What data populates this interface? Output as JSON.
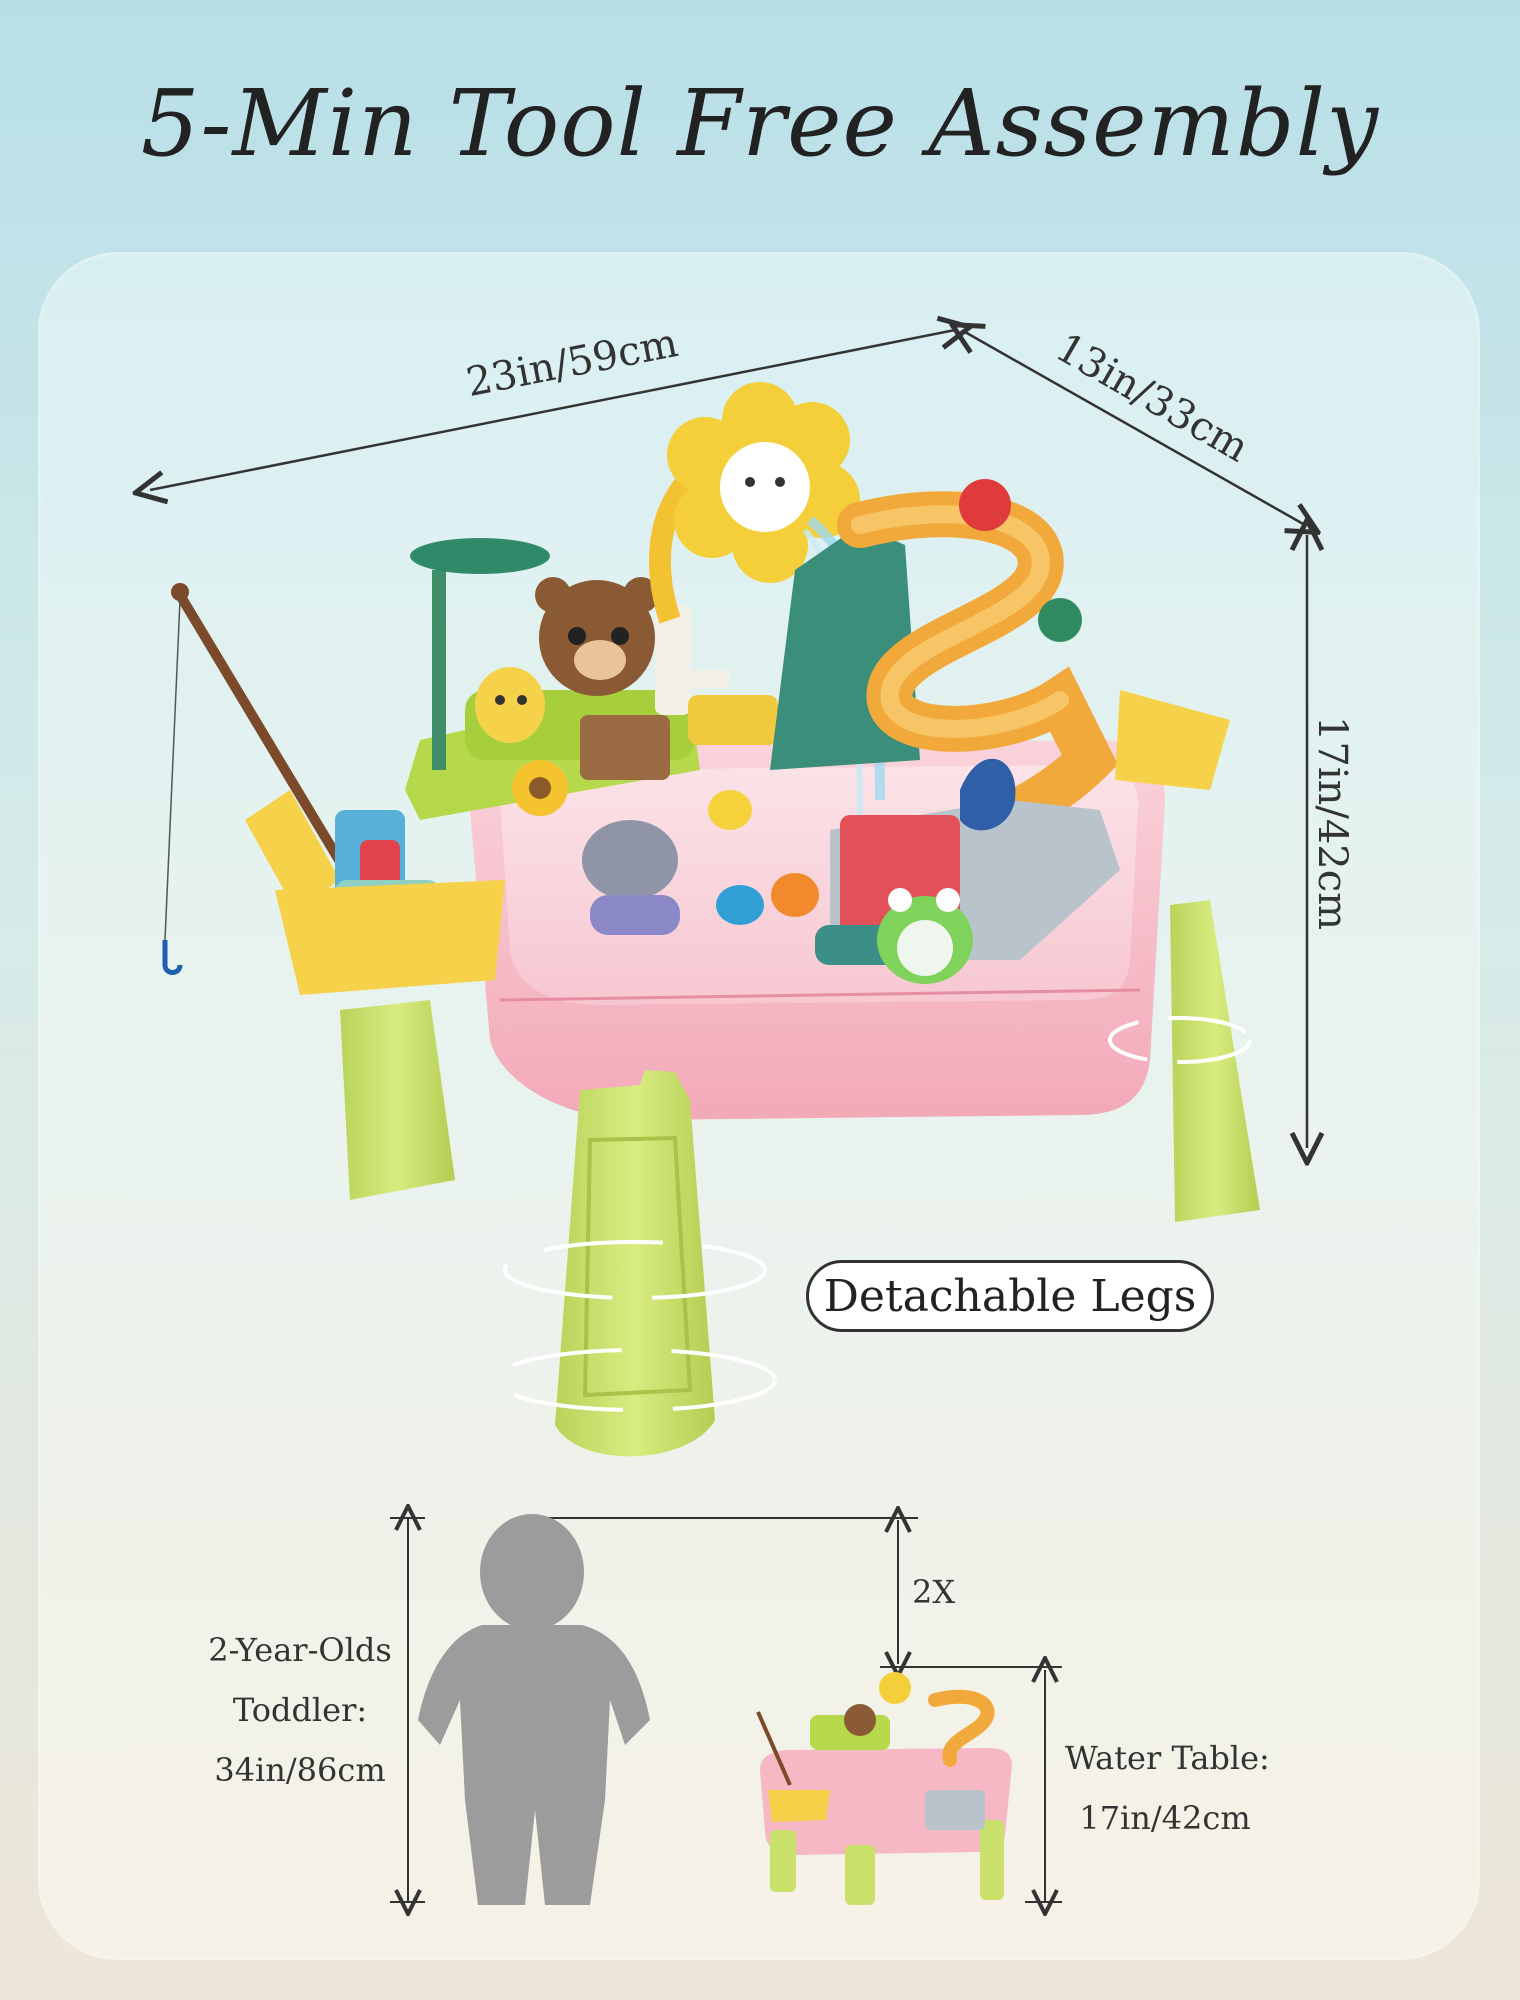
{
  "title": "5-Min Tool Free Assembly",
  "dimensions": {
    "width": "23in/59cm",
    "depth": "13in/33cm",
    "height": "17in/42cm"
  },
  "feature_label": "Detachable Legs",
  "comparison": {
    "toddler_line1": "2-Year-Olds",
    "toddler_line2": "Toddler:",
    "toddler_height": "34in/86cm",
    "ratio": "2X",
    "table_line1": "Water Table:",
    "table_height": "17in/42cm"
  },
  "colors": {
    "table_pink": "#f6b8c4",
    "leg_green": "#c9e06a",
    "flower_yellow": "#f5cf3a",
    "slide_orange": "#f2a93b",
    "teal": "#3b8f88"
  }
}
